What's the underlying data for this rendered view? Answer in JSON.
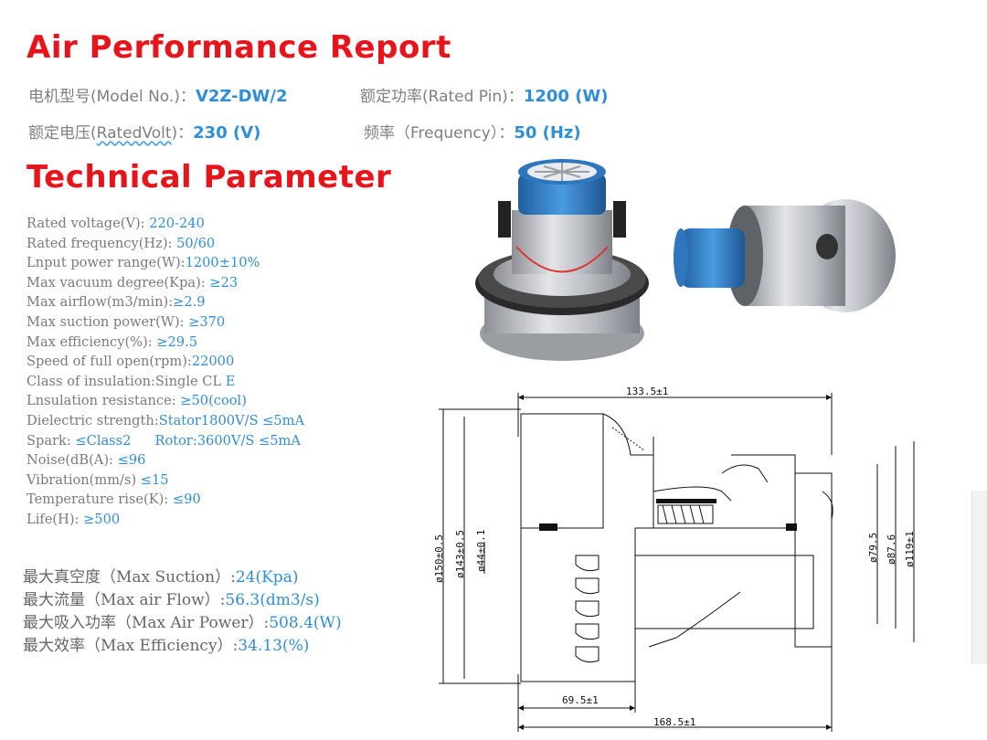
{
  "titles": {
    "air_performance": "Air Performance Report",
    "technical": "Technical Parameter"
  },
  "info": {
    "model_label": "电机型号(Model No.)：",
    "model_value": "V2Z-DW/2",
    "rated_pin_label": "额定功率(Rated Pin)：",
    "rated_pin_value": "1200 (W)",
    "volt_label_prefix": "额定电压(",
    "volt_label_underlined": "RatedVolt",
    "volt_label_suffix": ")：",
    "volt_value": "230 (V)",
    "freq_label": "频率（Frequency）：",
    "freq_value": "50 (Hz)"
  },
  "params": [
    {
      "label": "Rated voltage(V):  ",
      "value": "220-240"
    },
    {
      "label": "Rated frequency(Hz): ",
      "value": "50/60"
    },
    {
      "label": "Lnput power range(W):",
      "value": "1200±10%"
    },
    {
      "label": "Max vacuum degree(Kpa): ",
      "value": "≥23"
    },
    {
      "label": "Max airflow(m3/min):",
      "value": "≥2.9"
    },
    {
      "label": "Max suction power(W): ",
      "value": "≥370"
    },
    {
      "label": "Max efficiency(%): ",
      "value": "≥29.5"
    },
    {
      "label": "Speed of full open(rpm):",
      "value": "22000"
    },
    {
      "label": "Class of insulation:Single CL ",
      "value": "E"
    },
    {
      "label": "Lnsulation resistance: ",
      "value": "≥50(cool)"
    },
    {
      "label": "Dielectric strength:",
      "value": "Stator1800V/S ≤5mA"
    },
    {
      "label": "Spark: ",
      "value": "≤Class2",
      "value2": "Rotor:3600V/S ≤5mA"
    },
    {
      "label": "Noise(dB(A): ",
      "value": "≤96"
    },
    {
      "label": "Vibration(mm/s) ",
      "value": "≤15"
    },
    {
      "label": "Temperature rise(K): ",
      "value": "≤90"
    },
    {
      "label": "Life(H): ",
      "value": "≥500"
    }
  ],
  "max_values": [
    {
      "label": "最大真空度（Max Suction）:",
      "value": "24(Kpa)"
    },
    {
      "label": "最大流量（Max air Flow）:",
      "value": "56.3(dm3/s)"
    },
    {
      "label": "最大吸入功率（Max Air Power）:",
      "value": "508.4(W)"
    },
    {
      "label": "最大效率（Max Efficiency）:",
      "value": "34.13(%)"
    }
  ],
  "drawing": {
    "dim_top": "133.5±1",
    "dim_bottom_inner": "69.5±1",
    "dim_bottom_total": "168.5±1",
    "dia_150": "ø150±0.5",
    "dia_143": "ø143±0.5",
    "dia_44": "ø44±0.1",
    "dia_79": "ø79.5",
    "dia_87": "ø87.6",
    "dia_119": "ø119±1"
  },
  "colors": {
    "title": "#e8141c",
    "value": "#2e8ed8",
    "label": "#7f7f7f"
  }
}
